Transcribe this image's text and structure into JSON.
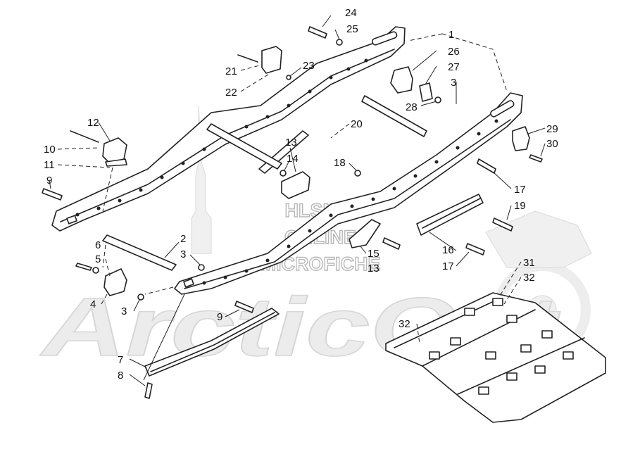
{
  "watermark": {
    "lines": [
      "HLSM'S",
      "ONLINE",
      "MICROFICHE"
    ],
    "brand": "ArcticCat"
  },
  "callouts": [
    {
      "id": "c24",
      "text": "24"
    },
    {
      "id": "c25",
      "text": "25"
    },
    {
      "id": "c1",
      "text": "1"
    },
    {
      "id": "c26",
      "text": "26"
    },
    {
      "id": "c27",
      "text": "27"
    },
    {
      "id": "c3a",
      "text": "3"
    },
    {
      "id": "c28",
      "text": "28"
    },
    {
      "id": "c21",
      "text": "21"
    },
    {
      "id": "c22",
      "text": "22"
    },
    {
      "id": "c23",
      "text": "23"
    },
    {
      "id": "c20",
      "text": "20"
    },
    {
      "id": "c29",
      "text": "29"
    },
    {
      "id": "c30",
      "text": "30"
    },
    {
      "id": "c12",
      "text": "12"
    },
    {
      "id": "c10",
      "text": "10"
    },
    {
      "id": "c11",
      "text": "11"
    },
    {
      "id": "c9a",
      "text": "9"
    },
    {
      "id": "c13a",
      "text": "13"
    },
    {
      "id": "c14",
      "text": "14"
    },
    {
      "id": "c18",
      "text": "18"
    },
    {
      "id": "c17a",
      "text": "17"
    },
    {
      "id": "c19",
      "text": "19"
    },
    {
      "id": "c2",
      "text": "2"
    },
    {
      "id": "c3b",
      "text": "3"
    },
    {
      "id": "c6",
      "text": "6"
    },
    {
      "id": "c5",
      "text": "5"
    },
    {
      "id": "c4",
      "text": "4"
    },
    {
      "id": "c3c",
      "text": "3"
    },
    {
      "id": "c15",
      "text": "15"
    },
    {
      "id": "c13b",
      "text": "13"
    },
    {
      "id": "c16",
      "text": "16"
    },
    {
      "id": "c17b",
      "text": "17"
    },
    {
      "id": "c9b",
      "text": "9"
    },
    {
      "id": "c31",
      "text": "31"
    },
    {
      "id": "c32a",
      "text": "32"
    },
    {
      "id": "c32b",
      "text": "32"
    },
    {
      "id": "c7",
      "text": "7"
    },
    {
      "id": "c8",
      "text": "8"
    }
  ]
}
